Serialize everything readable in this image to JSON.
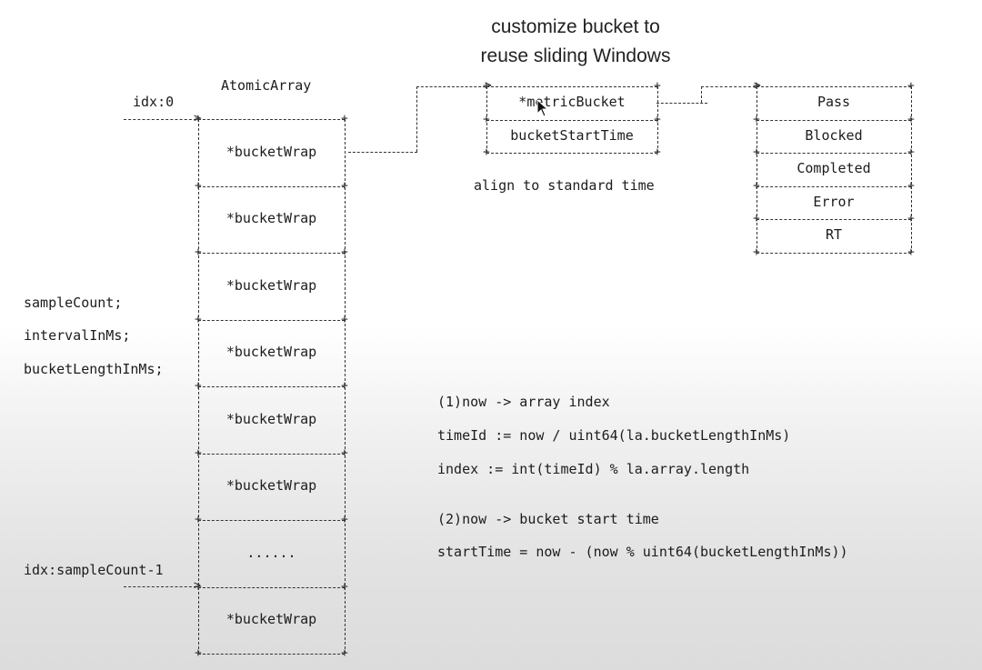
{
  "title": {
    "line1": "customize bucket to",
    "line2": "reuse sliding Windows"
  },
  "atomic_array": {
    "label": "AtomicArray",
    "idx_first": "idx:0",
    "idx_last": "idx:sampleCount-1",
    "cells": [
      "*bucketWrap",
      "*bucketWrap",
      "*bucketWrap",
      "*bucketWrap",
      "*bucketWrap",
      "*bucketWrap",
      "......",
      "*bucketWrap"
    ]
  },
  "fields": [
    "sampleCount;",
    "intervalInMs;",
    "bucketLengthInMs;"
  ],
  "bucket_wrap": {
    "cells": [
      "*metricBucket",
      "bucketStartTime"
    ],
    "note": "align to standard time"
  },
  "metric_bucket": {
    "cells": [
      "Pass",
      "Blocked",
      "Completed",
      "Error",
      "RT"
    ]
  },
  "code": {
    "step1": "(1)now -> array index",
    "line1": "timeId := now / uint64(la.bucketLengthInMs)",
    "line2": "index := int(timeId) % la.array.length",
    "step2": "(2)now -> bucket start time",
    "line3": "startTime = now - (now % uint64(bucketLengthInMs))"
  }
}
